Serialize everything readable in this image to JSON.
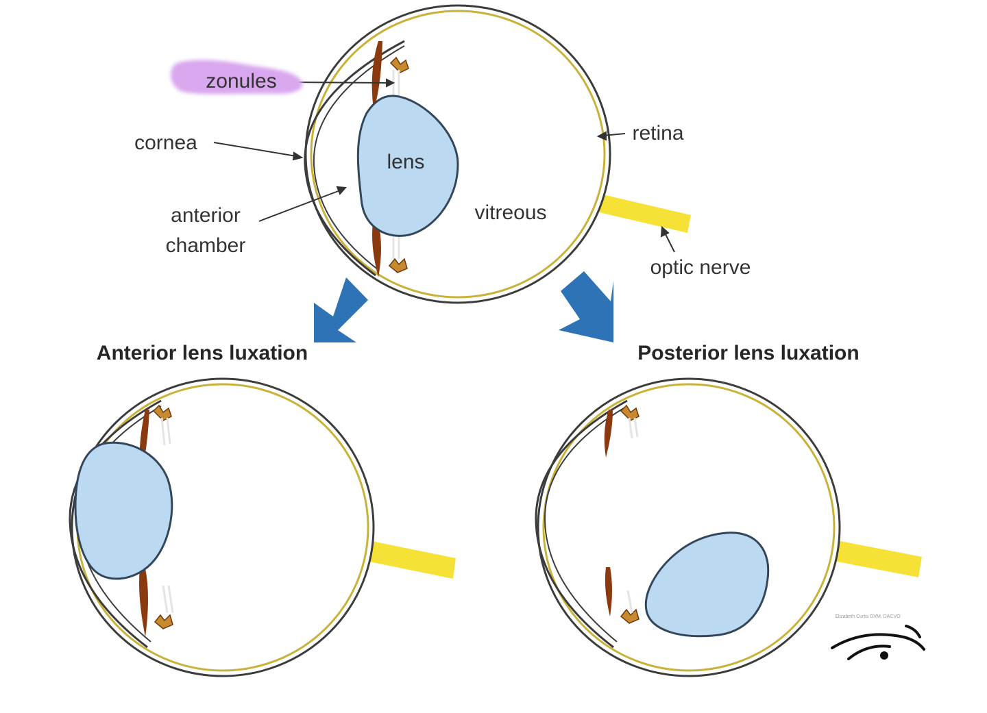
{
  "labels": {
    "zonules": "zonules",
    "cornea": "cornea",
    "lens": "lens",
    "anterior_chamber_line1": "anterior",
    "anterior_chamber_line2": "chamber",
    "vitreous": "vitreous",
    "retina": "retina",
    "optic_nerve": "optic nerve"
  },
  "headings": {
    "anterior": "Anterior lens luxation",
    "posterior": "Posterior lens luxation"
  },
  "credit": "Elizabeth Curtis  DVM, DACVO",
  "icons": {
    "logo": "eye-logo-icon",
    "arrows": "down-arrow-icon"
  },
  "colors": {
    "lens_fill": "#bcd9f2",
    "lens_stroke": "#34475a",
    "globe_stroke": "#3c3c3c",
    "retina": "#c9b23a",
    "optic_nerve": "#f6e236",
    "iris": "#8b3a10",
    "arrow": "#2e73b5",
    "zonules_highlight": "#d9a7ee"
  }
}
